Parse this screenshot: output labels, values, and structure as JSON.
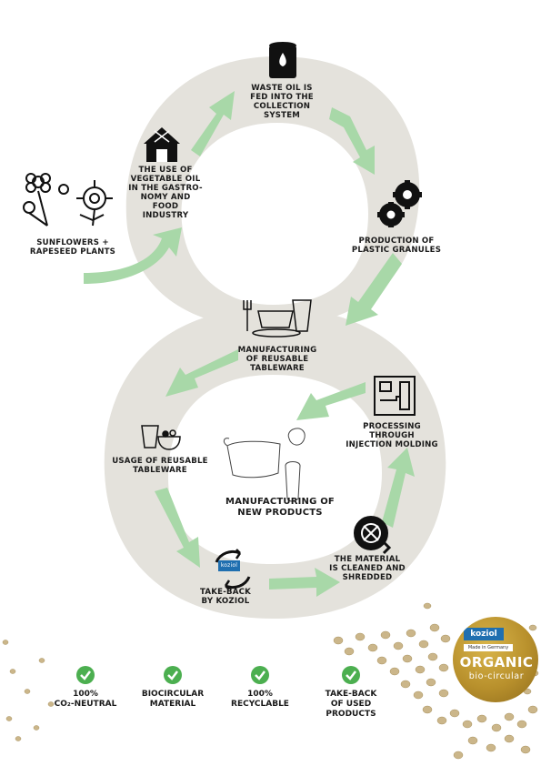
{
  "steps": {
    "waste_oil": "WASTE OIL IS\nFED INTO THE\nCOLLECTION\nSYSTEM",
    "gastronomy": "THE USE OF\nVEGETABLE OIL\nIN THE GASTRO-\nNOMY AND FOOD\nINDUSTRY",
    "plants": "SUNFLOWERS +\nRAPESEED PLANTS",
    "granules": "PRODUCTION OF\nPLASTIC GRANULES",
    "manufacturing_reusable": "MANUFACTURING\nOF REUSABLE\nTABLEWARE",
    "usage": "USAGE OF REUSABLE\nTABLEWARE",
    "processing": "PROCESSING\nTHROUGH\nINJECTION MOLDING",
    "new_products": "MANUFACTURING OF\nNEW PRODUCTS",
    "take_back": "TAKE-BACK\nBY KOZIOL",
    "cleaned": "THE MATERIAL\nIS CLEANED AND\nSHREDDED"
  },
  "take_back_tag": "koziol",
  "features": [
    {
      "line1": "100%",
      "line2": "CO₂-NEUTRAL"
    },
    {
      "line1": "BIOCIRCULAR",
      "line2": "MATERIAL"
    },
    {
      "line1": "100%",
      "line2": "RECYCLABLE"
    },
    {
      "line1": "TAKE-BACK",
      "line2": "OF USED PRODUCTS"
    }
  ],
  "badge": {
    "brand": "koziol",
    "made": "Made in Germany",
    "organic": "ORGANIC",
    "sub": "bio-circular"
  },
  "colors": {
    "loop": "#e4e2dc",
    "arrow": "#a8d8a8",
    "check": "#4caf50",
    "badge": "#b8902c",
    "brand": "#1f6fb0"
  },
  "icons": [
    "oil-barrel-icon",
    "restaurant-icon",
    "flowers-icon",
    "gears-icon",
    "tableware-icon",
    "usage-tableware-icon",
    "injection-molding-icon",
    "new-products-icon",
    "recycle-arrows-icon",
    "shredder-icon",
    "check-icon"
  ]
}
